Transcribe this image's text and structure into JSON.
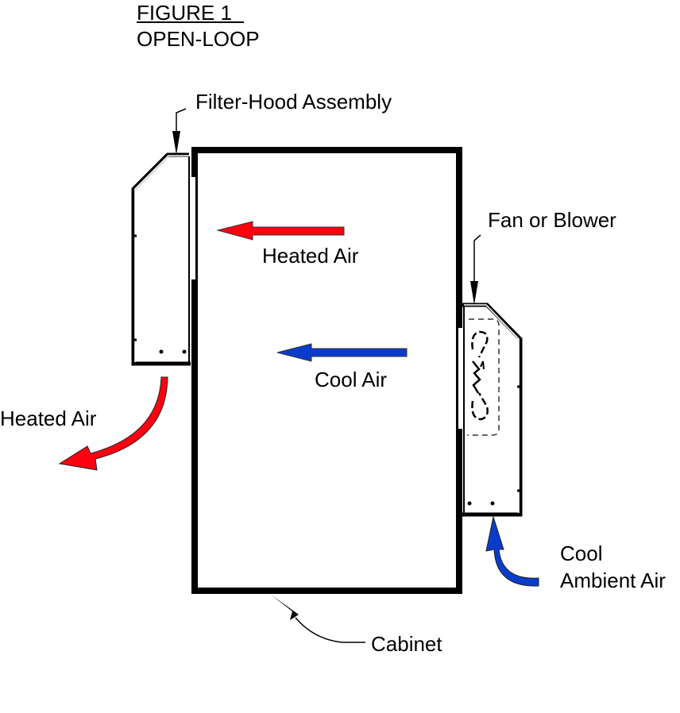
{
  "figure": {
    "number_label": "FIGURE 1",
    "subtitle": "OPEN-LOOP"
  },
  "labels": {
    "filter_hood": "Filter-Hood Assembly",
    "fan_blower": "Fan or Blower",
    "heated_air_inside": "Heated Air",
    "cool_air_inside": "Cool Air",
    "heated_air_outside": "Heated Air",
    "cool_ambient_line1": "Cool",
    "cool_ambient_line2": "Ambient Air",
    "cabinet": "Cabinet"
  },
  "colors": {
    "heated": "#ff0010",
    "cool": "#0a3ccc",
    "outline": "#000000"
  }
}
